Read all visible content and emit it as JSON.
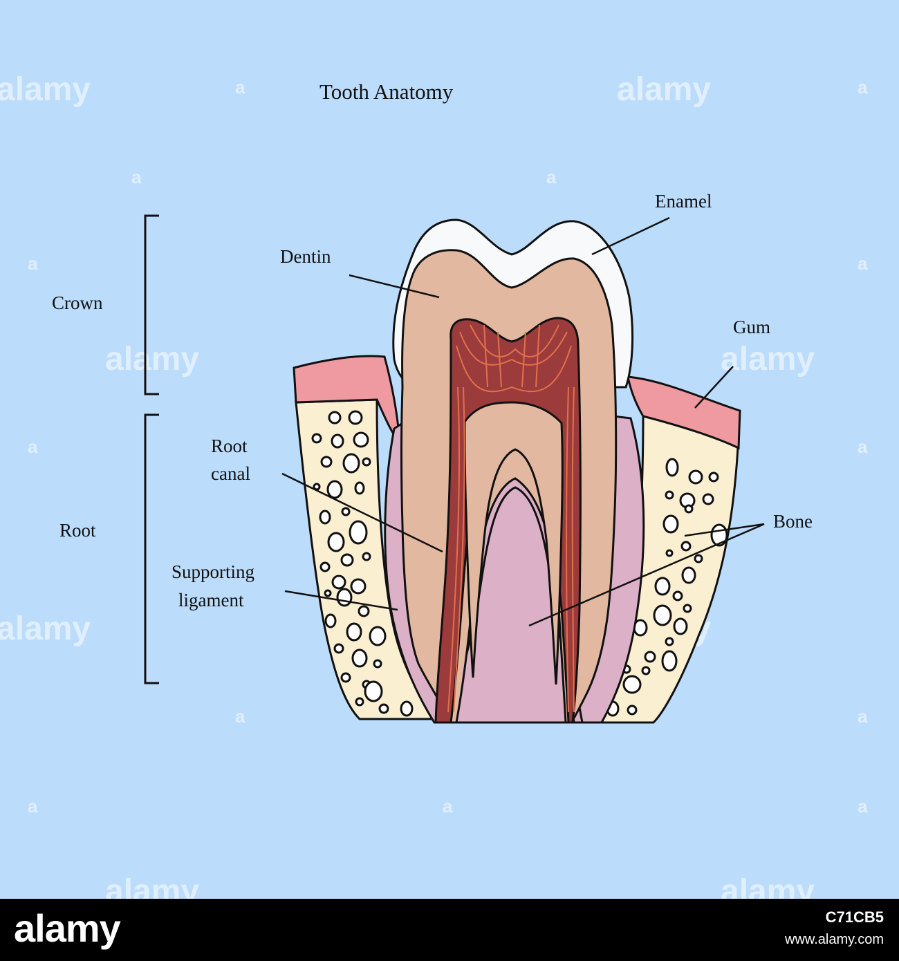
{
  "diagram": {
    "title": "Tooth Anatomy",
    "labels": {
      "enamel": "Enamel",
      "dentin": "Dentin",
      "gum": "Gum",
      "crown": "Crown",
      "root_canal_1": "Root",
      "root_canal_2": "canal",
      "root": "Root",
      "bone": "Bone",
      "supporting_1": "Supporting",
      "supporting_2": "ligament"
    },
    "colors": {
      "background": "#bcdcfb",
      "enamel": "#f7f9fb",
      "dentin": "#e2b9a0",
      "pulp": "#9b3b3b",
      "gum": "#ef9aa0",
      "bone": "#fbefd2",
      "ligament": "#dcb1c8"
    }
  },
  "watermark": {
    "text": "alamy",
    "small": "a"
  },
  "footer": {
    "logo": "alamy",
    "image_id": "C71CB5",
    "url": "www.alamy.com"
  }
}
